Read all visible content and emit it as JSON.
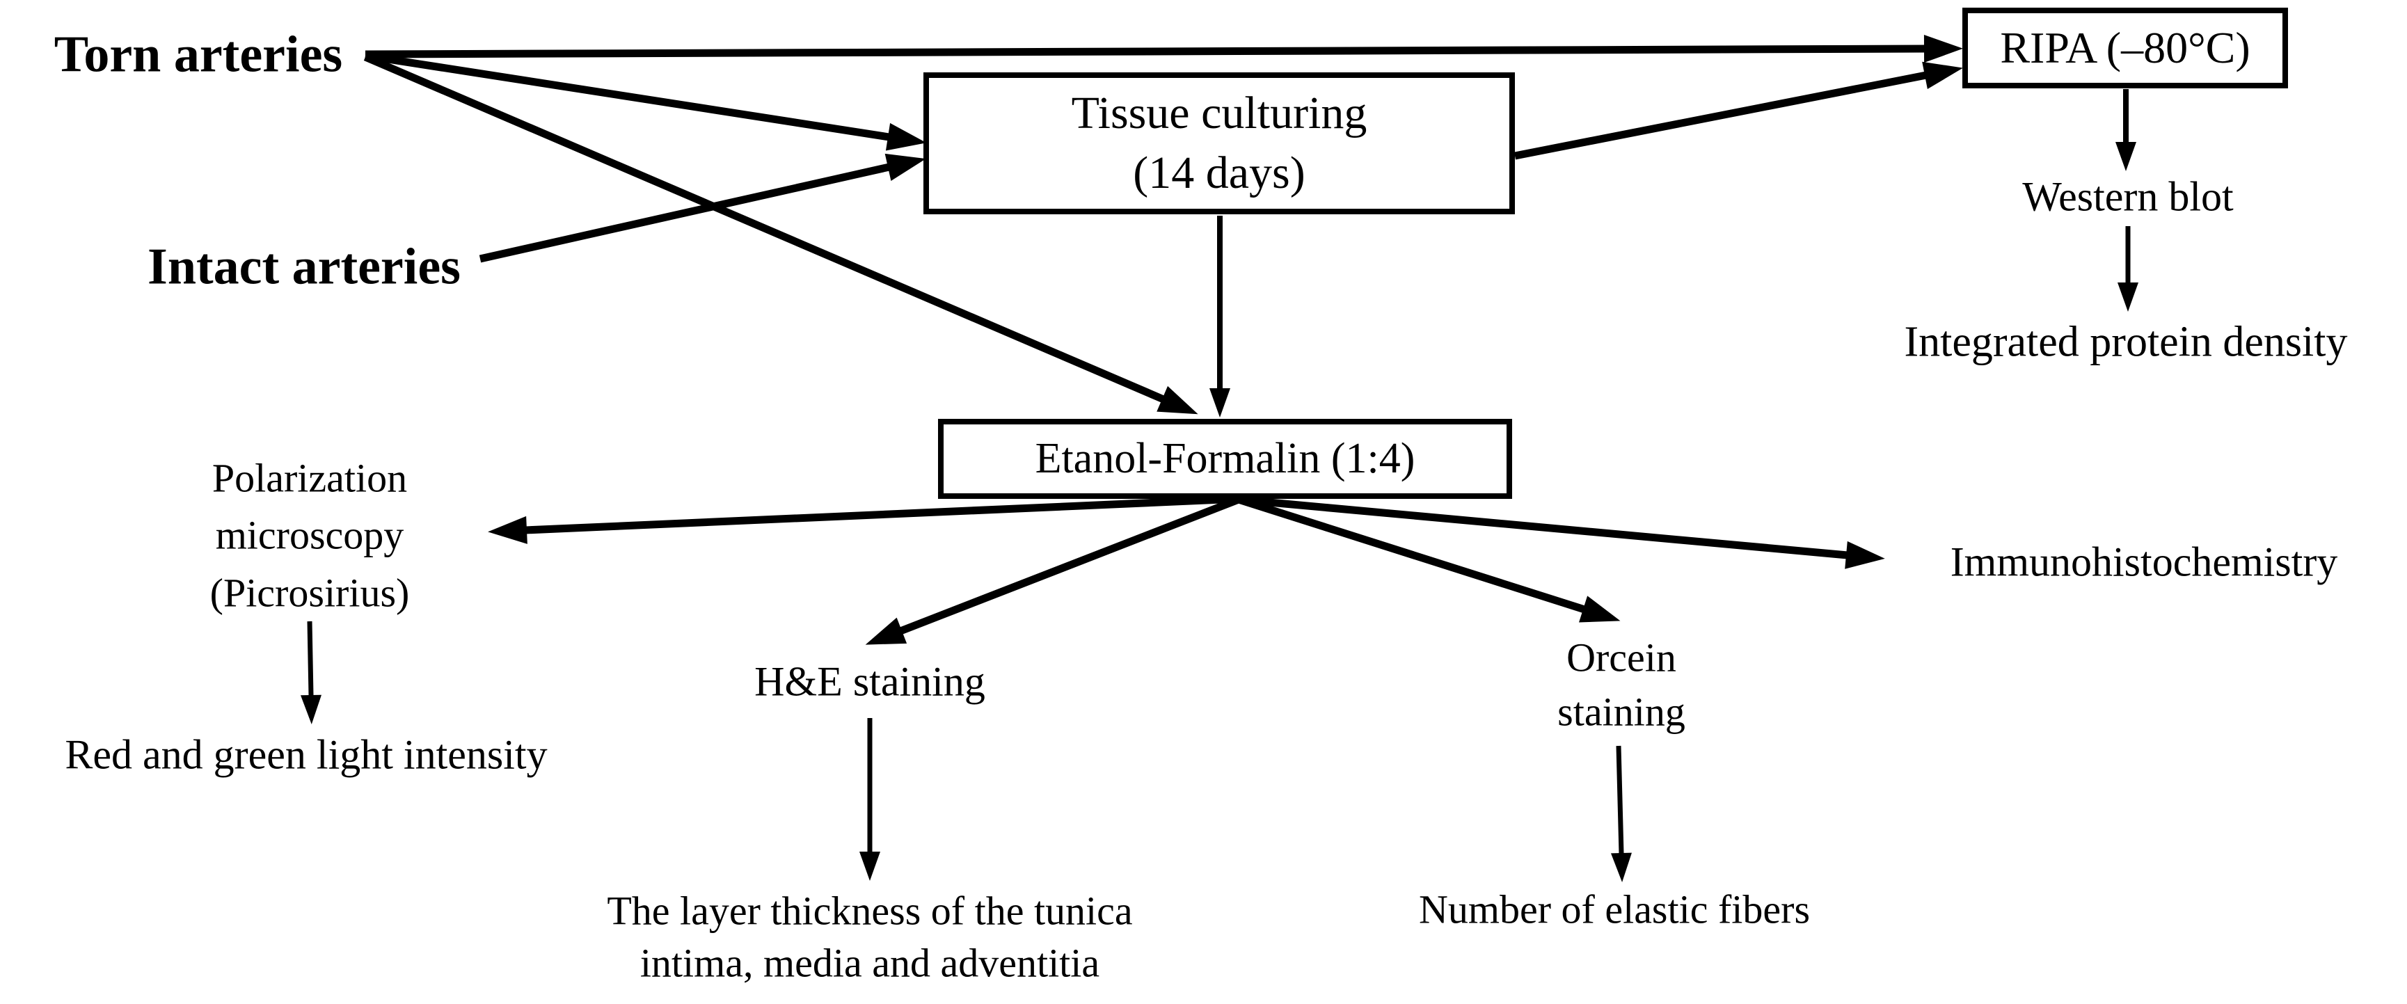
{
  "diagram": {
    "background_color": "#ffffff",
    "ink_color": "#000000",
    "nodes": {
      "torn_arteries": {
        "label": "Torn arteries"
      },
      "intact_arteries": {
        "label": "Intact arteries"
      },
      "tissue_culturing": {
        "line1": "Tissue culturing",
        "line2": "(14 days)"
      },
      "ripa": {
        "label": "RIPA (–80°C)"
      },
      "western_blot": {
        "label": "Western blot"
      },
      "integrated_protein_density": {
        "label": "Integrated protein density"
      },
      "etanol_formalin": {
        "label": "Etanol-Formalin (1:4)"
      },
      "polarization_microscopy": {
        "line1": "Polarization",
        "line2": "microscopy",
        "line3": "(Picrosirius)"
      },
      "red_green_intensity": {
        "label": "Red and green light intensity"
      },
      "he_staining": {
        "label": "H&E staining"
      },
      "layer_thickness": {
        "line1": "The layer thickness of the tunica",
        "line2": "intima, media and adventitia"
      },
      "orcein_staining": {
        "line1": "Orcein",
        "line2": "staining"
      },
      "elastic_fibers": {
        "label": "Number of elastic fibers"
      },
      "immunohistochemistry": {
        "label": "Immunohistochemistry"
      }
    },
    "edges": [
      {
        "from": "torn_arteries",
        "to": "ripa"
      },
      {
        "from": "torn_arteries",
        "to": "tissue_culturing"
      },
      {
        "from": "torn_arteries",
        "to": "etanol_formalin"
      },
      {
        "from": "intact_arteries",
        "to": "tissue_culturing"
      },
      {
        "from": "tissue_culturing",
        "to": "ripa"
      },
      {
        "from": "tissue_culturing",
        "to": "etanol_formalin"
      },
      {
        "from": "ripa",
        "to": "western_blot"
      },
      {
        "from": "western_blot",
        "to": "integrated_protein_density"
      },
      {
        "from": "etanol_formalin",
        "to": "polarization_microscopy"
      },
      {
        "from": "etanol_formalin",
        "to": "he_staining"
      },
      {
        "from": "etanol_formalin",
        "to": "orcein_staining"
      },
      {
        "from": "etanol_formalin",
        "to": "immunohistochemistry"
      },
      {
        "from": "polarization_microscopy",
        "to": "red_green_intensity"
      },
      {
        "from": "he_staining",
        "to": "layer_thickness"
      },
      {
        "from": "orcein_staining",
        "to": "elastic_fibers"
      }
    ]
  }
}
